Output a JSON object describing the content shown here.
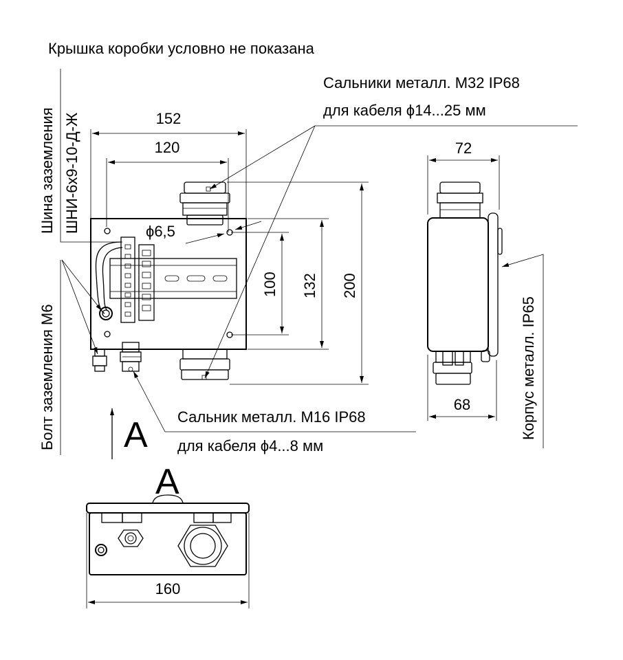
{
  "header": {
    "note": "Крышка коробки условно не показана"
  },
  "callouts": {
    "busbar_line1": "Шина заземления",
    "busbar_line2": "ШНИ-6х9-10-Д-Ж",
    "bolt": "Болт заземления М6",
    "gland_large_line1": "Сальники металл. М32 IP68",
    "gland_large_line2": "для кабеля ϕ14...25 мм",
    "gland_small_line1": "Сальник металл. М16 IP68",
    "gland_small_line2": "для кабеля ϕ4...8 мм",
    "housing": "Корпус металл. IP65",
    "hole": "ϕ6,5"
  },
  "dimensions": {
    "width_outer": "152",
    "width_mount": "120",
    "height_mount": "100",
    "height_body": "132",
    "height_total": "200",
    "depth_top": "72",
    "depth_bottom": "68",
    "view_width": "160"
  },
  "views": {
    "arrow_label": "А",
    "view_label": "А"
  }
}
